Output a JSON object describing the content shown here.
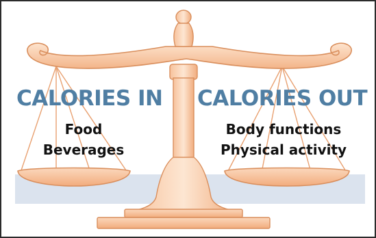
{
  "calories_in": {
    "heading": "CALORIES IN",
    "items": [
      "Food",
      "Beverages"
    ]
  },
  "calories_out": {
    "heading": "CALORIES OUT",
    "items": [
      "Body functions",
      "Physical activity"
    ]
  },
  "colors": {
    "heading": "#4f7ea3",
    "scale_fill": "#f8c9a4",
    "scale_outline": "#d98e5c",
    "band": "#dbe3ee",
    "text": "#111111"
  }
}
